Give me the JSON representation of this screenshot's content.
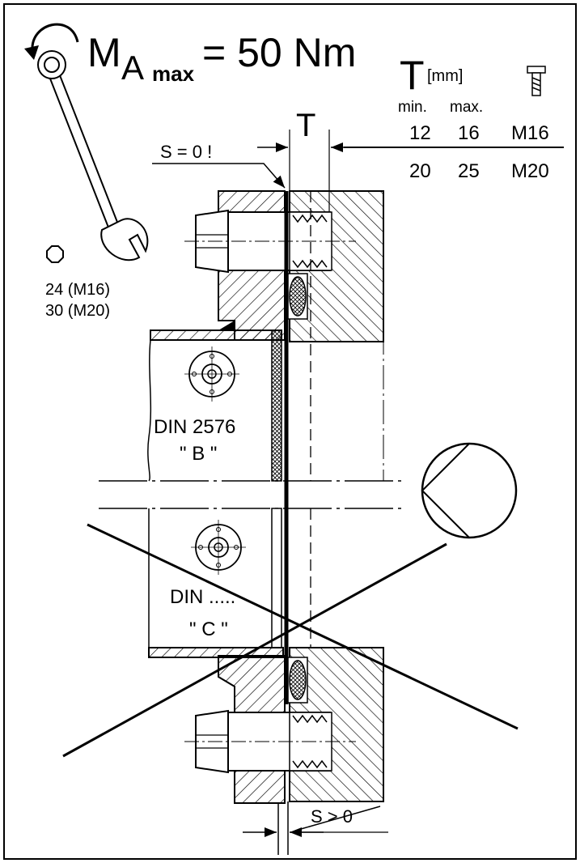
{
  "torque": {
    "main": "M",
    "sub": "A",
    "subsub": "max",
    "value": "= 50 Nm"
  },
  "table": {
    "header_symbol": "T",
    "header_unit": "[mm]",
    "col_min": "min.",
    "col_max": "max.",
    "rows": [
      {
        "min": "12",
        "max": "16",
        "thread": "M16"
      },
      {
        "min": "20",
        "max": "25",
        "thread": "M20"
      }
    ]
  },
  "dimension_T": "T",
  "gap_label": "S = 0 !",
  "gap_label_crossed": "S > 0",
  "wrench_sizes": [
    "24 (M16)",
    "30 (M20)"
  ],
  "flange_B": {
    "standard": "DIN 2576",
    "type": "\" B \""
  },
  "flange_C": {
    "standard": "DIN .....",
    "type": "\" C \""
  },
  "icons": [
    "torque-arrow-icon",
    "wrench-icon",
    "bolt-icon",
    "hexagon-icon",
    "flange-bolt-circle-icon",
    "view-circle-icon"
  ]
}
